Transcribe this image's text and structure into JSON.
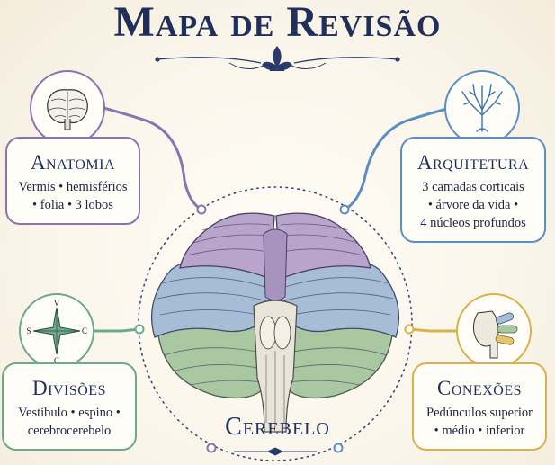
{
  "title": "Mapa de Revisão",
  "center_label": "Cerebelo",
  "compass": {
    "n": "V",
    "w": "S",
    "e": "C",
    "s": "C"
  },
  "cards": {
    "anatomia": {
      "title": "Anatomia",
      "line1": "Vermis • hemisférios",
      "line2": "• folia • 3 lobos",
      "color": "#8a74ad"
    },
    "arquitetura": {
      "title": "Arquitetura",
      "line1": "3 camadas corticais",
      "line2": "• árvore da vida •",
      "line3": "4 núcleos profundos",
      "color": "#5b8fc4"
    },
    "divisoes": {
      "title": "Divisões",
      "line1": "Vestibulo • espino •",
      "line2": "cerebrocerebelo",
      "color": "#6fa88f"
    },
    "conexoes": {
      "title": "Conexões",
      "line1": "Pedúnculos superior",
      "line2": "• médio • inferior",
      "color": "#d9b34a"
    }
  }
}
